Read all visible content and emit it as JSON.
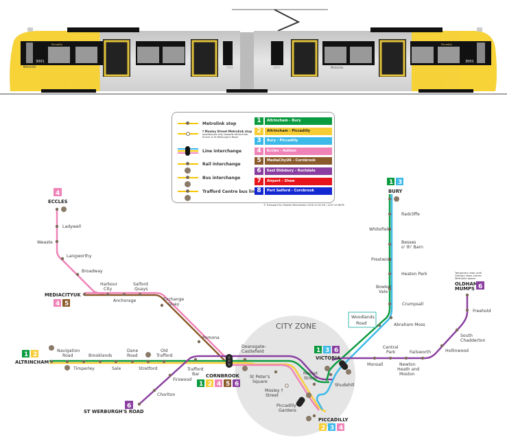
{
  "tram": {
    "fleet_number": "3001",
    "brand_label": "Metrolink",
    "destination_label": "Piccadilly",
    "livery_colors": {
      "yellow": "#f7d338",
      "body": "#d9d9d9",
      "window": "#111111"
    }
  },
  "legend": {
    "symbols": [
      {
        "icon": "metrolink-stop-icon",
        "label": "Metrolink stop"
      },
      {
        "icon": "mosley-stop-icon",
        "label": "† Mosley Street Metrolink stop",
        "note": "southbound only towards Altrincham, Eccles & St Werburgh's Road"
      },
      {
        "icon": "line-interchange-icon",
        "label": "Line interchange"
      },
      {
        "icon": "rail-interchange-icon",
        "label": "Rail interchange"
      },
      {
        "icon": "bus-interchange-icon",
        "label": "Bus interchange"
      },
      {
        "icon": "trafford-bus-link-icon",
        "label": "Trafford Centre bus link"
      }
    ],
    "lines": [
      {
        "number": "1",
        "name": "Altrincham - Bury",
        "color": "#0a9a3f"
      },
      {
        "number": "2",
        "name": "Altrincham - Piccadilly",
        "color": "#f7cd36",
        "text_color": "#222222"
      },
      {
        "number": "3",
        "name": "Bury - Piccadilly",
        "color": "#3cb9e8"
      },
      {
        "number": "4",
        "name": "Eccles - Ashton",
        "color": "#ef83b8"
      },
      {
        "number": "5",
        "name": "MediaCityUK - Cornbrook",
        "color": "#8b5a2b"
      },
      {
        "number": "6",
        "name": "East Didsbury - Rochdale",
        "color": "#8a3fa0"
      },
      {
        "number": "7",
        "name": "Airport - Shaw",
        "color": "#e6141c"
      },
      {
        "number": "8",
        "name": "Port Salford - Cornbrook",
        "color": "#1428d2"
      }
    ],
    "copyright": "© Transport for Greater Manchester 2016   10.02.26 / 1207 43.6978"
  },
  "map": {
    "city_zone_label": "CITY ZONE",
    "termini": {
      "eccles": {
        "name": "ECCLES",
        "lines": [
          "4"
        ]
      },
      "mediacityuk": {
        "name": "MEDIACITYUK",
        "lines": [
          "4",
          "5"
        ]
      },
      "altrincham": {
        "name": "ALTRINCHAM",
        "lines": [
          "1",
          "2"
        ]
      },
      "cornbrook": {
        "name": "CORNBROOK",
        "lines": [
          "1",
          "2",
          "4",
          "5",
          "6"
        ]
      },
      "st_werburghs": {
        "name": "ST WERBURGH'S ROAD",
        "lines": [
          "6"
        ]
      },
      "victoria": {
        "name": "VICTORIA",
        "lines": [
          "1",
          "3",
          "6"
        ]
      },
      "piccadilly": {
        "name": "PICCADILLY",
        "lines": [
          "2",
          "3",
          "4"
        ]
      },
      "bury": {
        "name": "BURY",
        "lines": [
          "1",
          "3"
        ]
      },
      "oldham_mumps": {
        "name_line1": "OLDHAM",
        "name_line2": "MUMPS",
        "lines": [
          "6"
        ],
        "note_line1": "Temporary stop until",
        "note_line2": "Oldham town centre",
        "note_line3": "Metrolink opens"
      }
    },
    "stations": {
      "ladywell": "Ladywell",
      "weaste": "Weaste",
      "langworthy": "Langworthy",
      "broadway": "Broadway",
      "harbour_city_1": "Harbour",
      "harbour_city_2": "City",
      "anchorage": "Anchorage",
      "salford_quays_1": "Salford",
      "salford_quays_2": "Quays",
      "exchange_quay_1": "Exchange",
      "exchange_quay_2": "Quay",
      "pomona": "Pomona",
      "navigation_road_1": "Navigation",
      "navigation_road_2": "Road",
      "timperley": "Timperley",
      "brooklands": "Brooklands",
      "sale": "Sale",
      "dane_road_1": "Dane",
      "dane_road_2": "Road",
      "stretford": "Stretford",
      "old_trafford_1": "Old",
      "old_trafford_2": "Trafford",
      "trafford_bar_1": "Trafford",
      "trafford_bar_2": "Bar",
      "firswood": "Firswood",
      "chorlton": "Chorlton",
      "deansgate_1": "Deansgate-",
      "deansgate_2": "Castlefield",
      "st_peters_1": "St Peter's",
      "st_peters_2": "Square",
      "mosley_1": "Mosley †",
      "mosley_2": "Street",
      "piccadilly_gardens_1": "Piccadilly",
      "piccadilly_gardens_2": "Gardens",
      "market_street_1": "Market",
      "market_street_2": "Street",
      "shudehill": "Shudehill",
      "woodlands_road_1": "Woodlands",
      "woodlands_road_2": "Road",
      "abraham_moss": "Abraham Moss",
      "crumpsall": "Crumpsall",
      "bowker_vale_1": "Bowker",
      "bowker_vale_2": "Vale",
      "heaton_park": "Heaton Park",
      "prestwich": "Prestwich",
      "besses_1": "Besses",
      "besses_2": "o' th' Barn",
      "whitefield": "Whitefield",
      "radcliffe": "Radcliffe",
      "monsall": "Monsall",
      "central_park_1": "Central",
      "central_park_2": "Park",
      "newton_heath_1": "Newton",
      "newton_heath_2": "Heath and",
      "newton_heath_3": "Moston",
      "failsworth": "Failsworth",
      "hollinwood": "Hollinwood",
      "south_chadderton_1": "South",
      "south_chadderton_2": "Chadderton",
      "freehold": "Freehold"
    }
  }
}
